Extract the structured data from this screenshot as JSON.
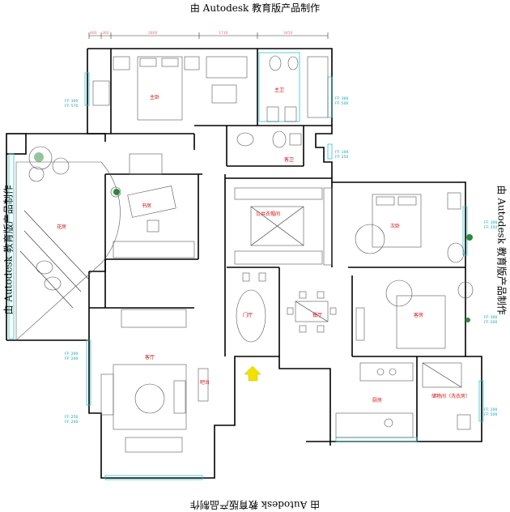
{
  "watermark": "由 Autodesk 教育版产品制作",
  "rooms": {
    "master_bedroom": "主卧",
    "master_bath": "主卫",
    "guest_bath": "客卫",
    "study": "书房",
    "garden": "花房",
    "cloakroom": "公共衣帽间",
    "second_bedroom": "次卧",
    "foyer": "门厅",
    "dining": "餐厅",
    "guest_room": "客房",
    "living": "客厅",
    "bar": "吧台",
    "kitchen": "厨房",
    "storage": "储物间（洗衣房）"
  },
  "dimensions": {
    "d1": "460",
    "d2": "360",
    "d3": "2800",
    "d4": "1730",
    "d5": "3450"
  },
  "elevations": {
    "e1a": "FF: 300",
    "e1b": "FF: 570",
    "e2a": "FF: 300",
    "e2b": "FF: 500",
    "e3a": "FF: 100",
    "e3b": "FF: 250",
    "e4a": "FF: 200",
    "e4b": "FF: 240",
    "e5a": "FF: 250",
    "e5b": "FF: 240",
    "e6a": "FF: 300",
    "e6b": "FF: 250",
    "e7a": "FF: 300",
    "e7b": "FF: 200",
    "e8a": "FF: 200",
    "e8b": "FF: 500"
  },
  "colors": {
    "wall": "#000000",
    "label": "#d01010",
    "entry_arrow": "#f2e000",
    "glass": "#30c0d0"
  },
  "icons": {
    "entry": "entry-arrow-icon",
    "plant": "plant-icon"
  }
}
